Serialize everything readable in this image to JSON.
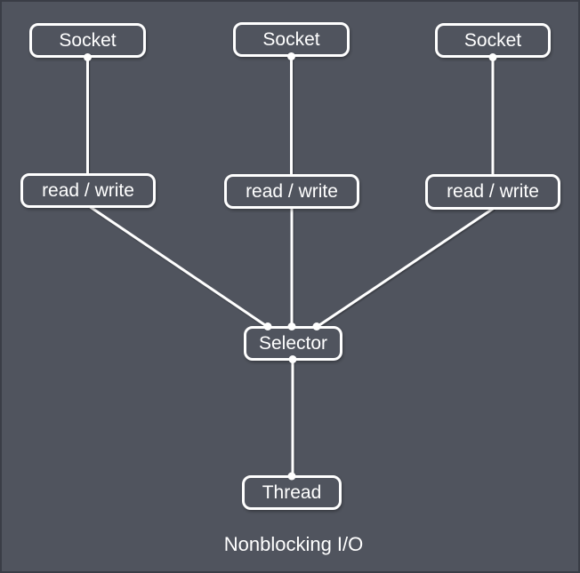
{
  "diagram": {
    "caption": "Nonblocking I/O",
    "nodes": [
      {
        "id": "socket-1",
        "label": "Socket"
      },
      {
        "id": "socket-2",
        "label": "Socket"
      },
      {
        "id": "socket-3",
        "label": "Socket"
      },
      {
        "id": "read-write-1",
        "label": "read / write"
      },
      {
        "id": "read-write-2",
        "label": "read / write"
      },
      {
        "id": "read-write-3",
        "label": "read / write"
      },
      {
        "id": "selector",
        "label": "Selector"
      },
      {
        "id": "thread",
        "label": "Thread"
      }
    ],
    "edges": [
      {
        "from": "socket-1",
        "to": "read-write-1"
      },
      {
        "from": "socket-2",
        "to": "read-write-2"
      },
      {
        "from": "socket-3",
        "to": "read-write-3"
      },
      {
        "from": "read-write-1",
        "to": "selector"
      },
      {
        "from": "read-write-2",
        "to": "selector"
      },
      {
        "from": "read-write-3",
        "to": "selector"
      },
      {
        "from": "selector",
        "to": "thread"
      }
    ],
    "colors": {
      "background": "#50545E",
      "canvas_border": "#3A3D46",
      "line": "#FFFFFF",
      "box_border": "#FFFFFF",
      "text": "#FFFFFF"
    }
  }
}
